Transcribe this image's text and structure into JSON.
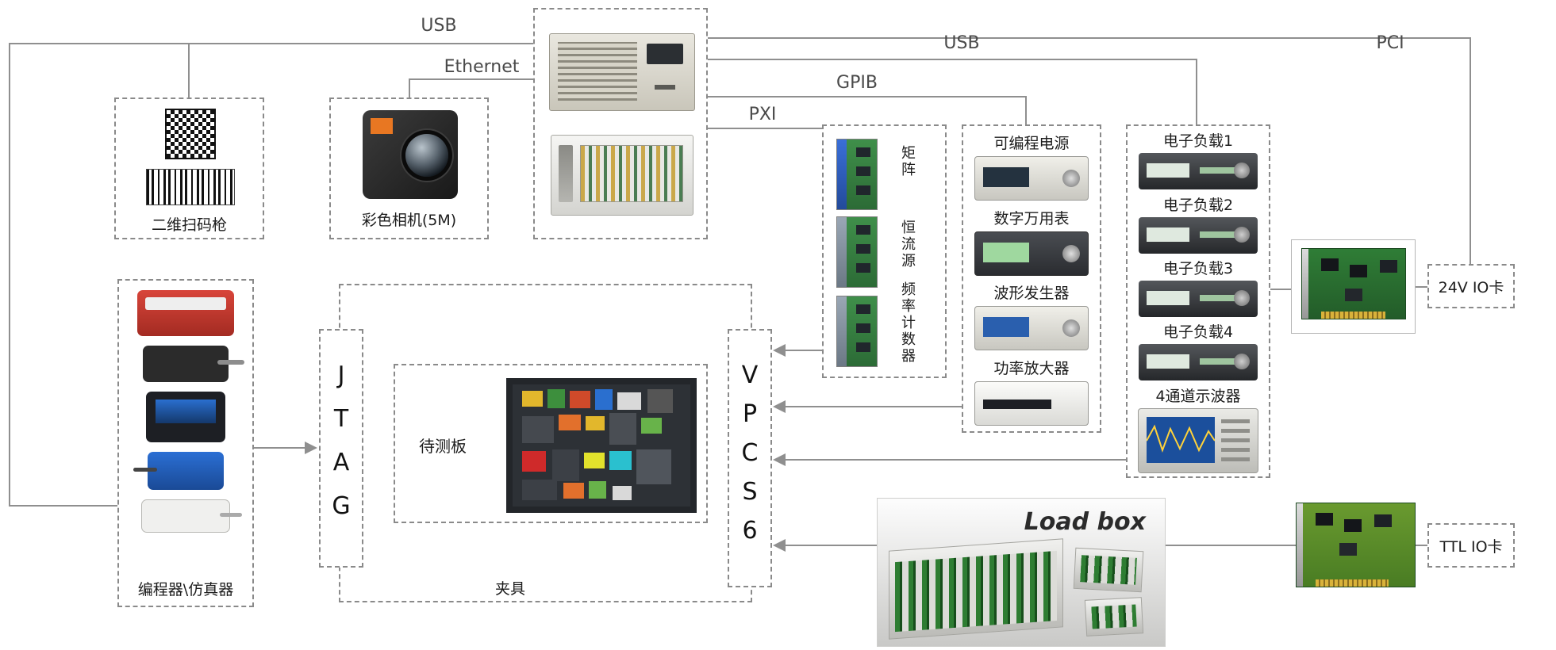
{
  "bus_labels": {
    "usb_top": "USB",
    "ethernet": "Ethernet",
    "pxi": "PXI",
    "gpib": "GPIB",
    "usb_right": "USB",
    "pci": "PCI"
  },
  "scanner": {
    "label": "二维扫码枪"
  },
  "camera": {
    "label": "彩色相机(5M)"
  },
  "pxi_cards": {
    "items": [
      {
        "label": "矩阵"
      },
      {
        "label": "恒流源"
      },
      {
        "label": "频率计数器"
      }
    ]
  },
  "instruments": {
    "items": [
      {
        "label": "可编程电源"
      },
      {
        "label": "数字万用表"
      },
      {
        "label": "波形发生器"
      },
      {
        "label": "功率放大器"
      }
    ]
  },
  "loads": {
    "items": [
      {
        "label": "电子负载1"
      },
      {
        "label": "电子负载2"
      },
      {
        "label": "电子负载3"
      },
      {
        "label": "电子负载4"
      }
    ],
    "scope_label": "4通道示波器"
  },
  "io_cards": {
    "v24": "24V IO卡",
    "ttl": "TTL IO卡"
  },
  "programmer": {
    "label": "编程器\\仿真器"
  },
  "jtag": {
    "label": "JTAG"
  },
  "vpcs": {
    "label": "VPCS6"
  },
  "dut": {
    "label": "待测板"
  },
  "fixture": {
    "label": "夹具"
  },
  "load_box": {
    "label": "Load box"
  }
}
